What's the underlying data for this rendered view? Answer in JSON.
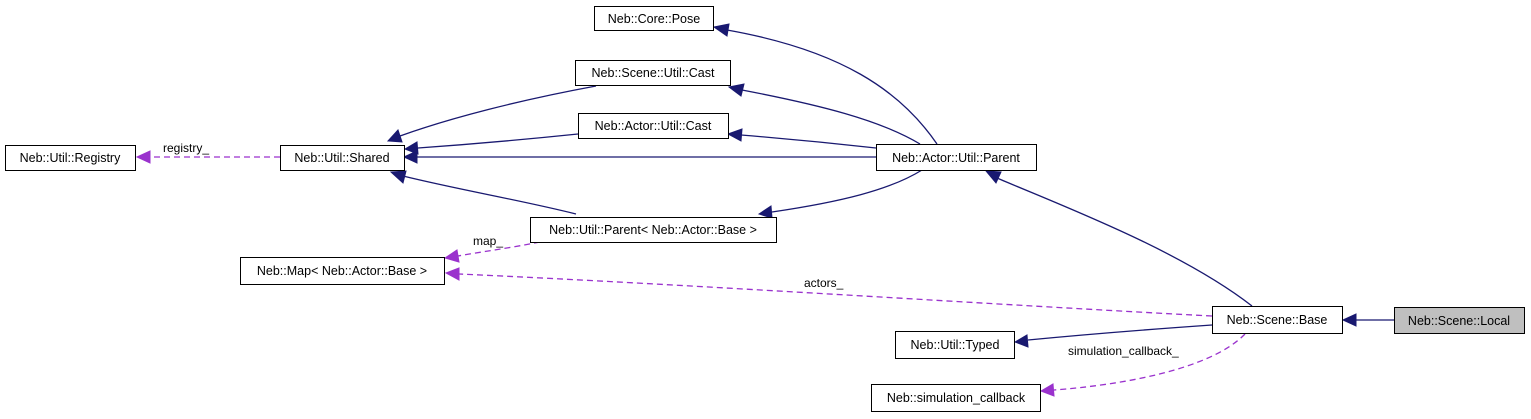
{
  "diagram": {
    "colors": {
      "inheritance": "#191970",
      "usage": "#9a32cd",
      "highlight_fill": "#bfbfbf"
    },
    "nodes": {
      "pose": "Neb::Core::Pose",
      "scene_util_cast": "Neb::Scene::Util::Cast",
      "actor_util_cast": "Neb::Actor::Util::Cast",
      "registry": "Neb::Util::Registry",
      "shared": "Neb::Util::Shared",
      "actor_util_parent": "Neb::Actor::Util::Parent",
      "util_parent_actor_base": "Neb::Util::Parent< Neb::Actor::Base >",
      "map_actor_base": "Neb::Map< Neb::Actor::Base >",
      "scene_base": "Neb::Scene::Base",
      "scene_local": "Neb::Scene::Local",
      "util_typed": "Neb::Util::Typed",
      "simulation_callback": "Neb::simulation_callback"
    },
    "edge_labels": {
      "registry": "registry_",
      "map": "map_",
      "actors": "actors_",
      "simulation_callback": "simulation_callback_"
    }
  }
}
